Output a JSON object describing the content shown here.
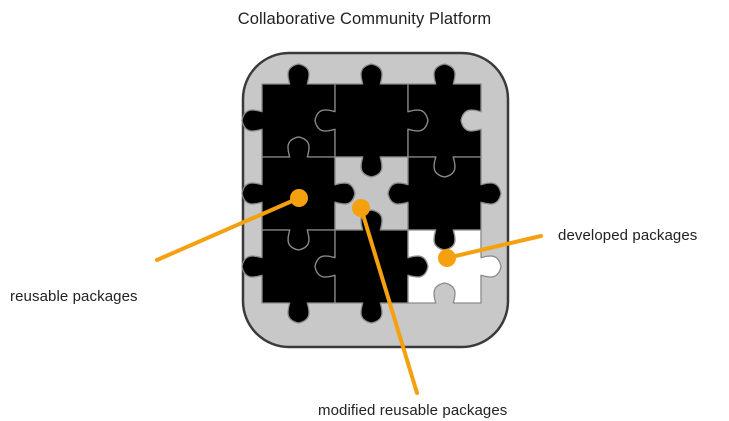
{
  "title": "Collaborative Community Platform",
  "labels": {
    "reusable": "reusable packages",
    "modified": "modified reusable packages",
    "developed": "developed packages"
  },
  "colors": {
    "board_fill": "#c8c8c8",
    "board_stroke": "#3a3a3a",
    "piece_black": "#000000",
    "piece_grey": "#c4c4c4",
    "piece_white": "#ffffff",
    "piece_outline": "#8a8a8a",
    "pointer": "#f5a00f"
  },
  "puzzle": {
    "rows": 3,
    "cols": 3,
    "pieces": [
      {
        "row": 0,
        "col": 0,
        "kind": "reusable"
      },
      {
        "row": 0,
        "col": 1,
        "kind": "reusable"
      },
      {
        "row": 0,
        "col": 2,
        "kind": "reusable"
      },
      {
        "row": 1,
        "col": 0,
        "kind": "reusable"
      },
      {
        "row": 1,
        "col": 1,
        "kind": "modified"
      },
      {
        "row": 1,
        "col": 2,
        "kind": "reusable"
      },
      {
        "row": 2,
        "col": 0,
        "kind": "reusable"
      },
      {
        "row": 2,
        "col": 1,
        "kind": "reusable"
      },
      {
        "row": 2,
        "col": 2,
        "kind": "developed"
      }
    ]
  }
}
